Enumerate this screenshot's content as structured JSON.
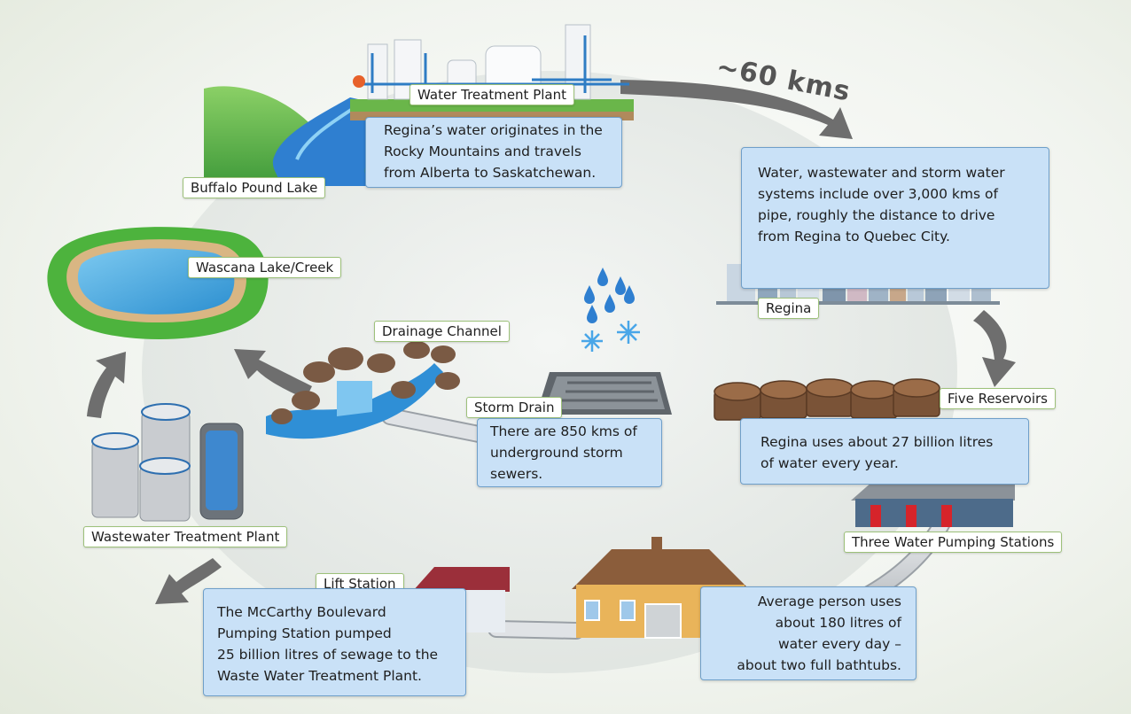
{
  "distance_label": "~60 kms",
  "labels": {
    "water_treatment_plant": "Water Treatment Plant",
    "buffalo_pound_lake": "Buffalo Pound Lake",
    "wascana_lake_creek": "Wascana Lake/Creek",
    "drainage_channel": "Drainage Channel",
    "storm_drain": "Storm Drain",
    "regina": "Regina",
    "five_reservoirs": "Five Reservoirs",
    "three_water_pumping_stations": "Three Water Pumping Stations",
    "wastewater_treatment_plant": "Wastewater Treatment Plant",
    "lift_station": "Lift Station"
  },
  "info": {
    "water_origin": "Regina’s water originates in the\nRocky Mountains and travels\nfrom Alberta to Saskatchewan.",
    "pipe_systems": "Water, wastewater and storm water\nsystems include over 3,000 kms of\npipe, roughly the distance to drive\nfrom Regina to Quebec City.",
    "reservoirs_usage": "Regina uses about 27 billion litres\nof water every year.",
    "person_usage": "Average person uses\nabout 180 litres of\nwater every day –\nabout two full bathtubs.",
    "storm_sewers": "There are 850 kms of\nunderground storm\nsewers.",
    "mccarthy": "The McCarthy Boulevard\nPumping Station pumped\n25 billion litres of sewage to the\nWaste Water Treatment Plant."
  },
  "colors": {
    "label_border": "#9dc17a",
    "info_box_fill": "#c9e1f7",
    "info_box_border": "#6f9fc9",
    "water": "#2f8fd6",
    "grass": "#5fb043",
    "arrow": "#6e6e6e"
  },
  "icons": [
    "water-treatment-plant-icon",
    "lake-icon",
    "city-icon",
    "reservoir-icon",
    "pumping-station-icon",
    "house-icon",
    "lift-station-icon",
    "wastewater-plant-icon",
    "waterfall-icon",
    "storm-drain-icon",
    "raindrop-icon",
    "snowflake-icon"
  ]
}
